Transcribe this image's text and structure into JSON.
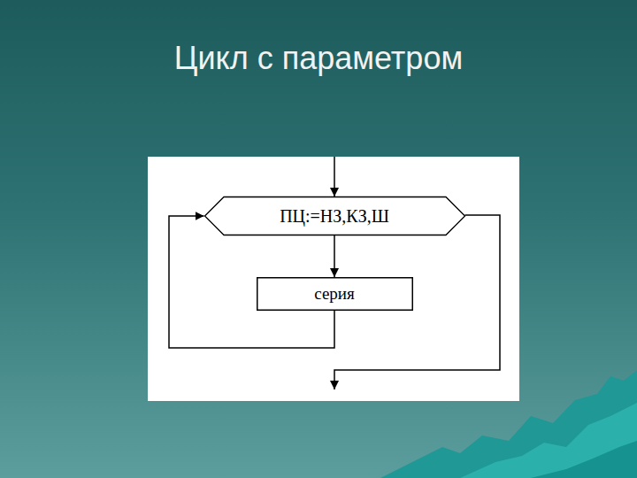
{
  "diagram": {
    "title": "Цикл с параметром",
    "nodes": [
      {
        "text": [
          "ПЦ:=НЗ,КЗ,Ш"
        ]
      },
      {
        "text": [
          "серия"
        ]
      }
    ],
    "edges": [
      {
        "from": 0,
        "to": 1,
        "arrow": "to"
      },
      {
        "from": 1,
        "to": 0,
        "arrow": "to"
      }
    ]
  }
}
